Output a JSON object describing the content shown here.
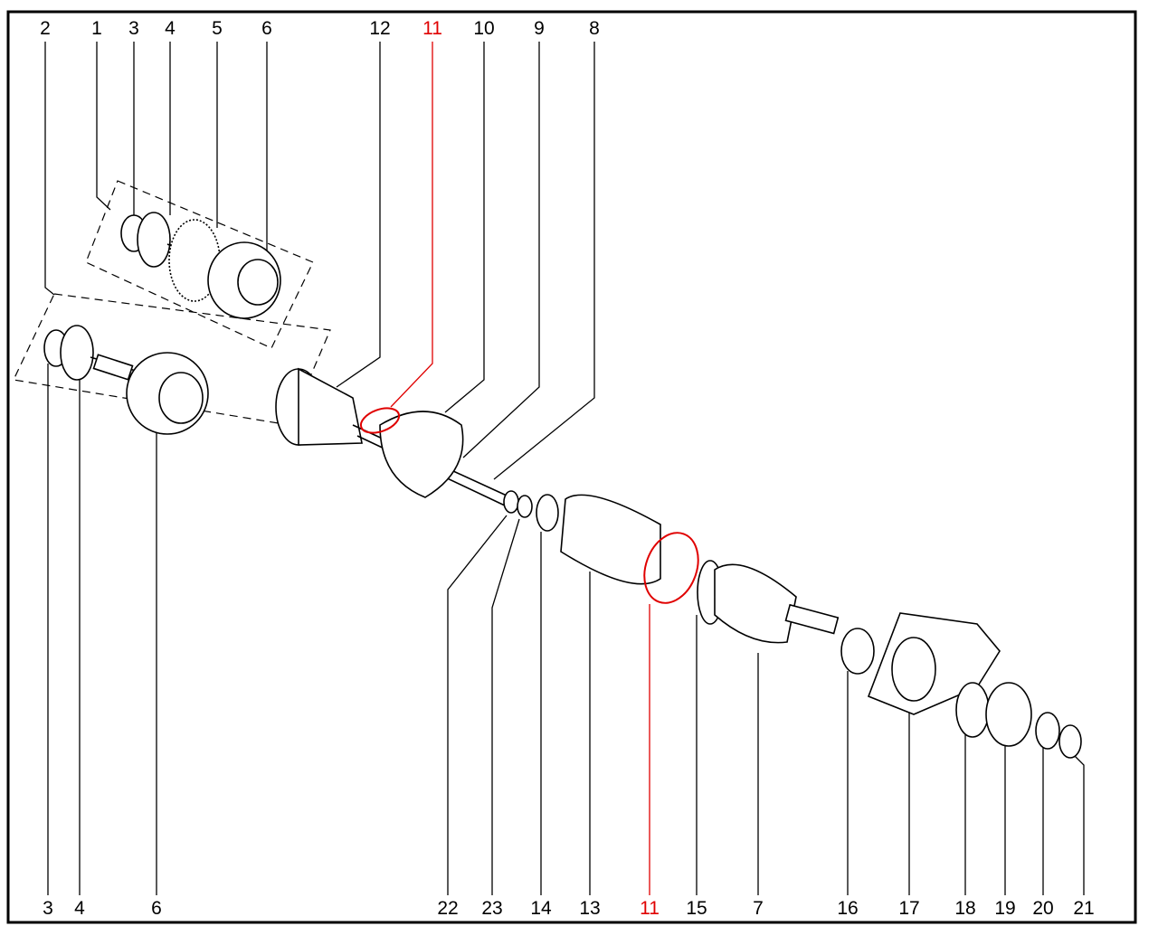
{
  "diagram": {
    "title": "Drive shaft exploded view",
    "highlight_color": "#e00000",
    "top_labels": [
      "2",
      "1",
      "3",
      "4",
      "5",
      "6",
      "12",
      "11",
      "10",
      "9",
      "8"
    ],
    "bottom_labels": [
      "3",
      "4",
      "6",
      "22",
      "23",
      "14",
      "13",
      "11",
      "15",
      "7",
      "16",
      "17",
      "18",
      "19",
      "20",
      "21"
    ],
    "highlighted_part": "11"
  }
}
